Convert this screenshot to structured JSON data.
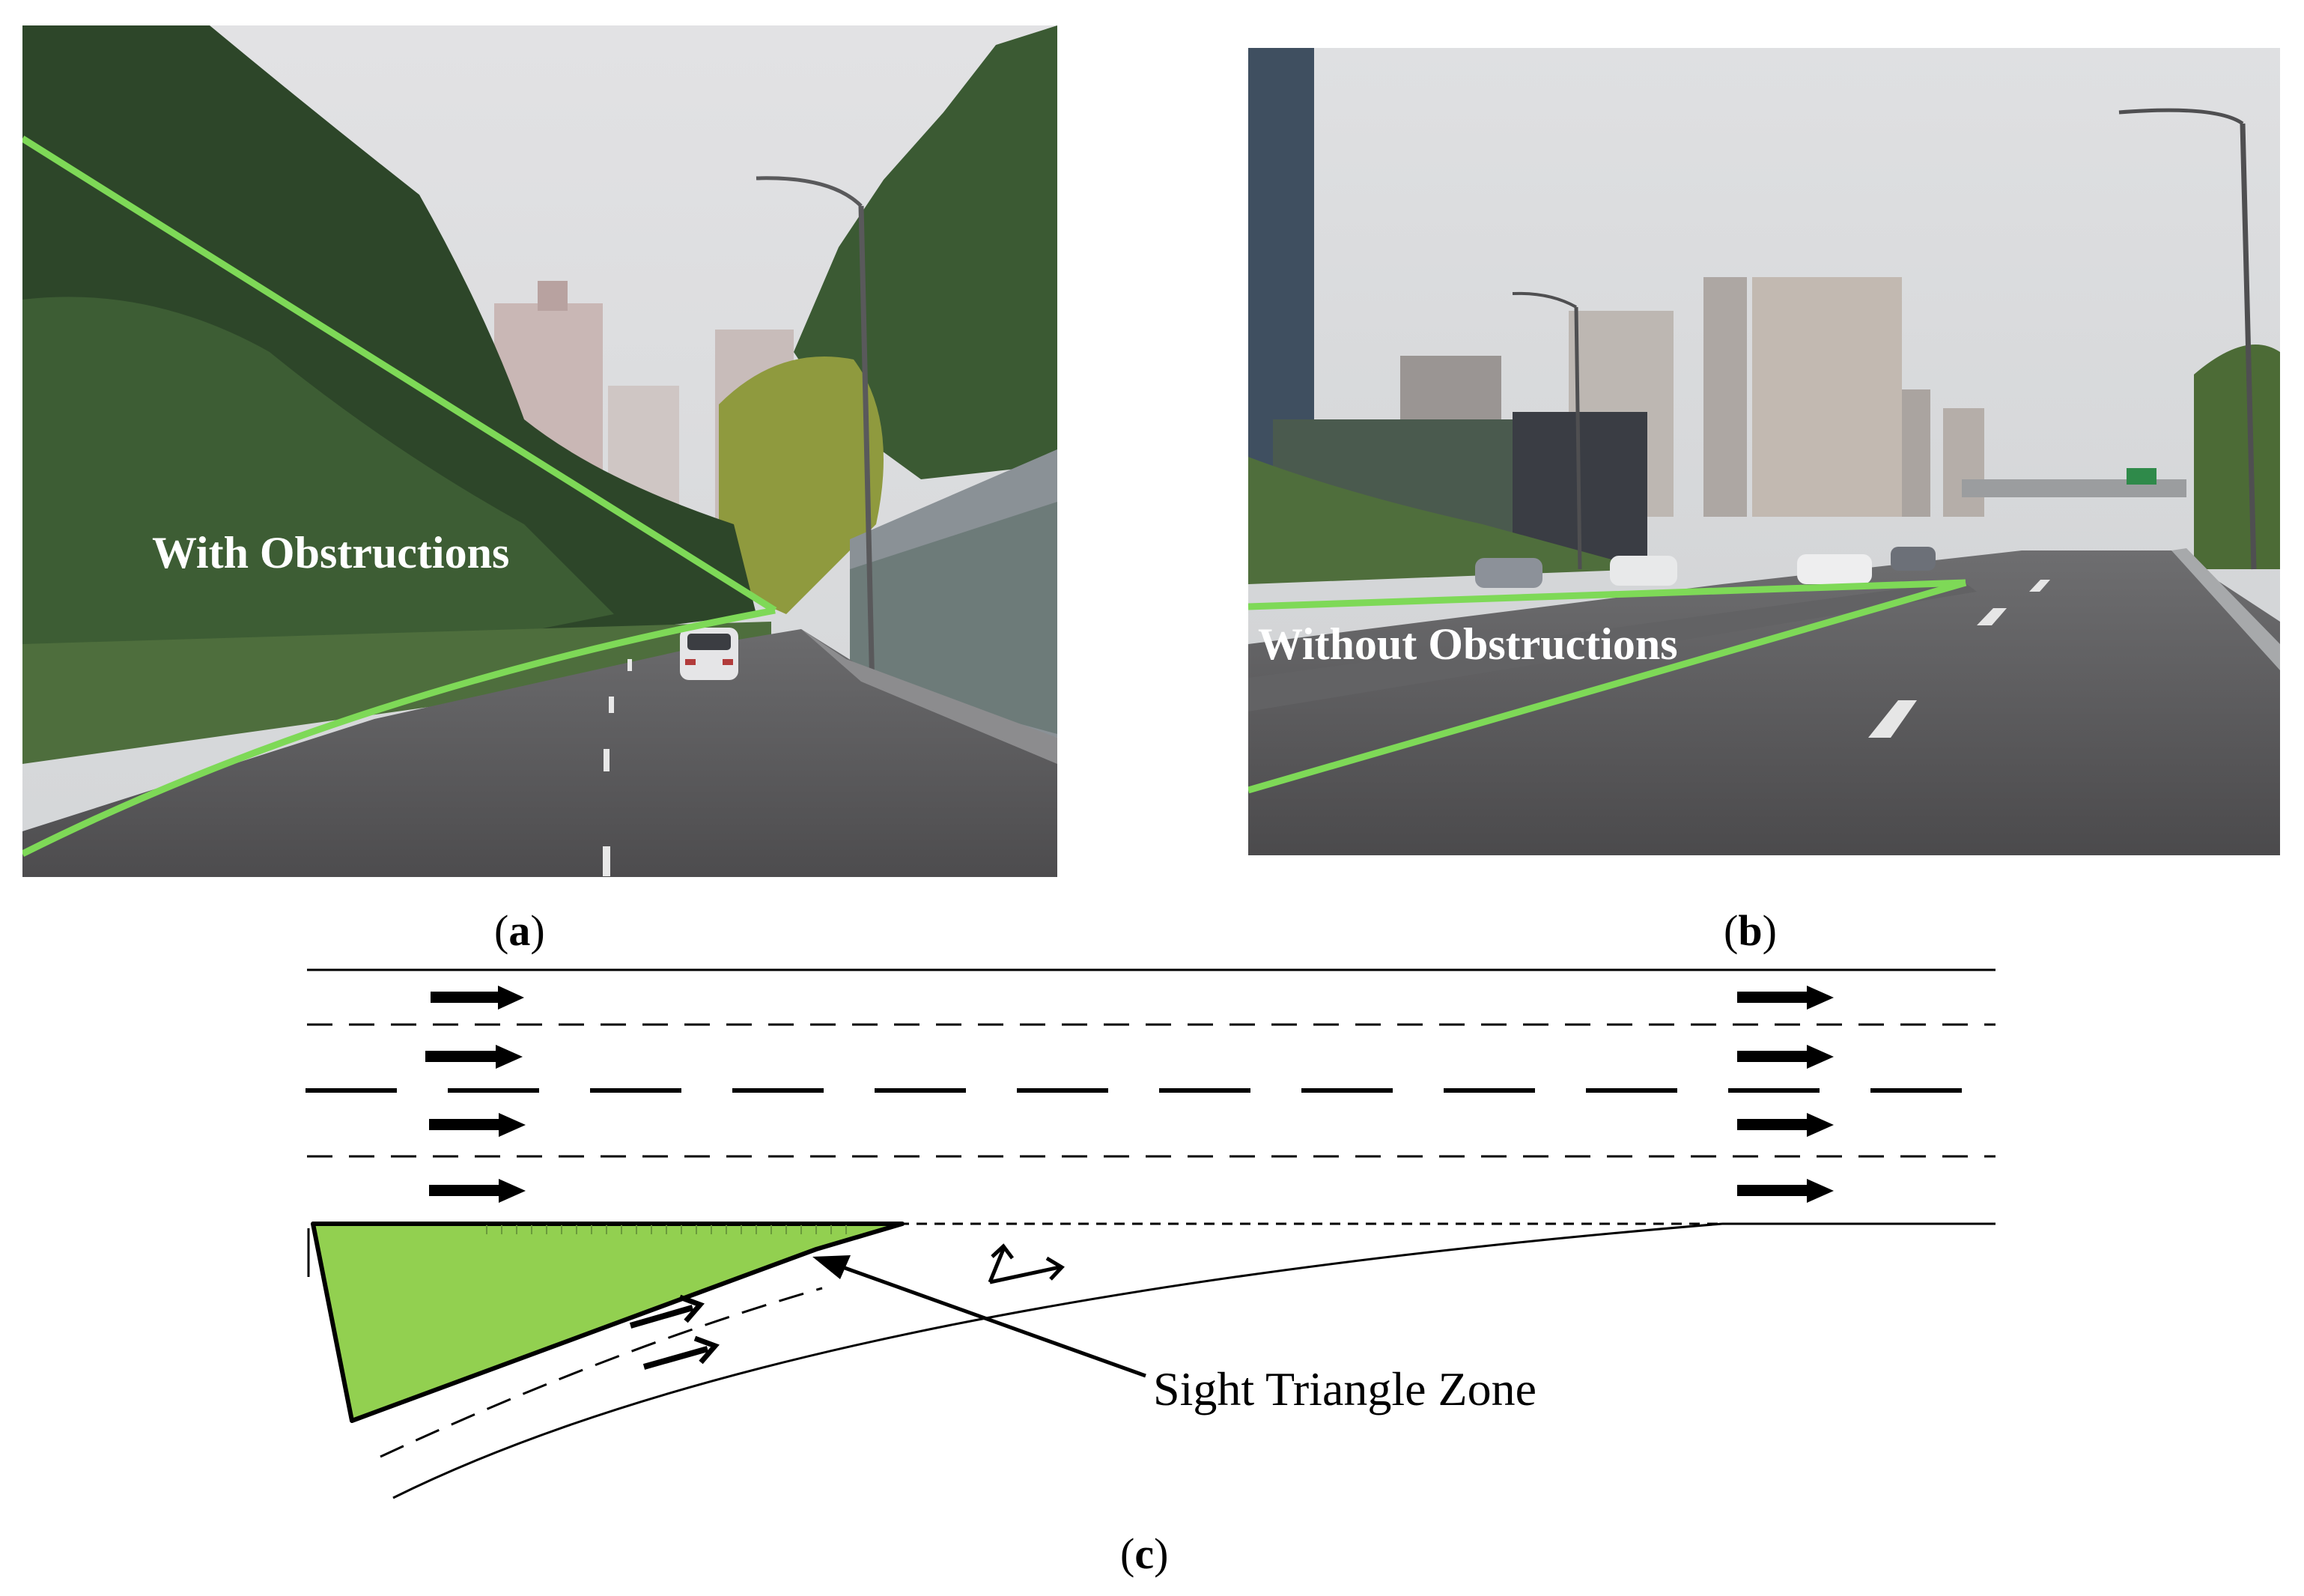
{
  "panel_a": {
    "overlay_label": "With Obstructions",
    "caption_open": "(",
    "caption_letter": "a",
    "caption_close": ")"
  },
  "panel_b": {
    "overlay_label": "Without Obstructions",
    "caption_open": "(",
    "caption_letter": "b",
    "caption_close": ")"
  },
  "panel_c": {
    "zone_label": "Sight Triangle Zone",
    "caption_open": "(",
    "caption_letter": "c",
    "caption_close": ")"
  },
  "colors": {
    "sight_line": "#7ed957",
    "triangle_fill": "#92d050",
    "road": "#5a5a5c",
    "sky": "#e4e4e6",
    "foliage": "#2f4a2c"
  }
}
